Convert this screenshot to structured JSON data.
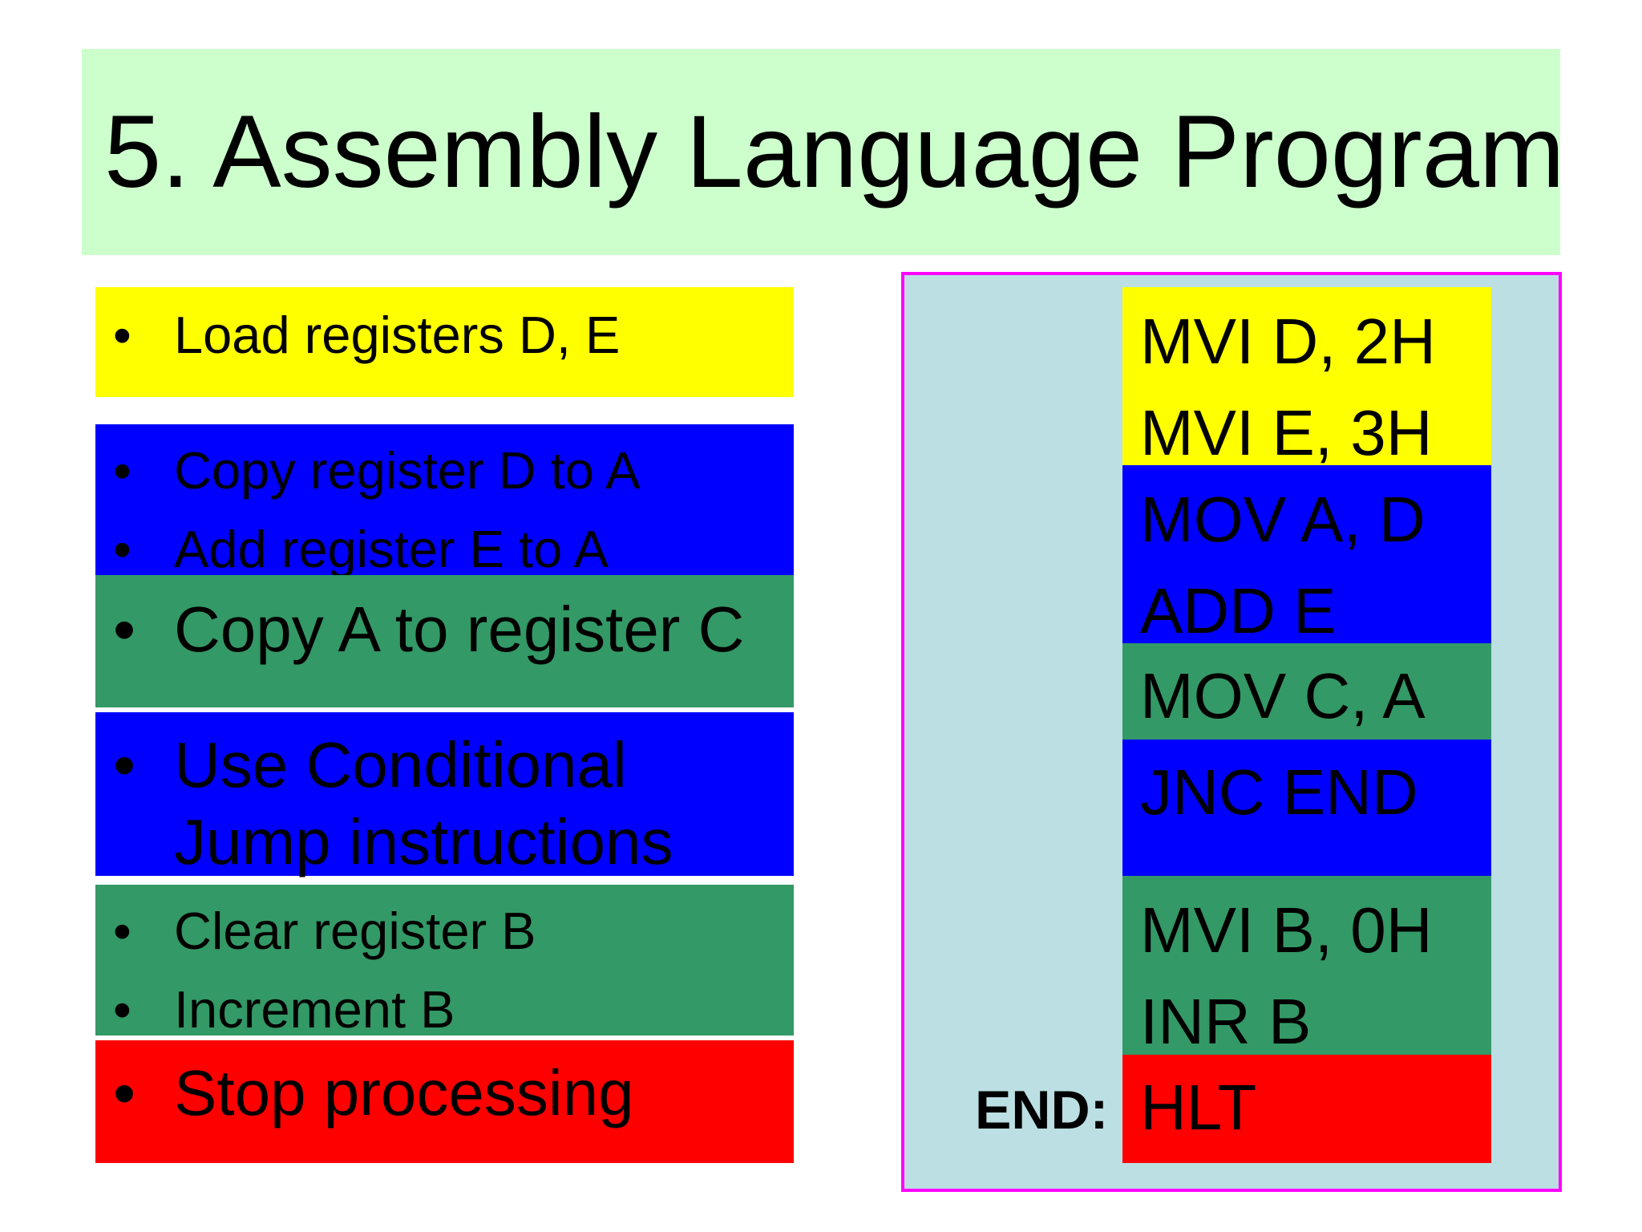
{
  "slide": {
    "title": "5. Assembly Language Program"
  },
  "steps": [
    {
      "color": "#ffff00",
      "items": [
        "Load registers D, E"
      ]
    },
    {
      "color": "#0000ff",
      "items": [
        "Copy register D to A",
        "Add register E to A"
      ]
    },
    {
      "color": "#339966",
      "items": [
        "Copy A to register C"
      ]
    },
    {
      "color": "#0000ff",
      "items": [
        "Use Conditional",
        "Jump instructions"
      ]
    },
    {
      "color": "#339966",
      "items": [
        "Clear register B",
        "Increment B"
      ]
    },
    {
      "color": "#ff0000",
      "items": [
        "Stop processing"
      ]
    }
  ],
  "bullet_symbol": "•",
  "code": {
    "lines": [
      "MVI D, 2H",
      "MVI E, 3H",
      "MOV A, D",
      "ADD E",
      "MOV C, A",
      "JNC END",
      "MVI B, 0H",
      "INR B",
      "HLT"
    ],
    "end_label": "END:",
    "panel_color": "#bbdfe3",
    "panel_border_color": "#ff00ff"
  }
}
